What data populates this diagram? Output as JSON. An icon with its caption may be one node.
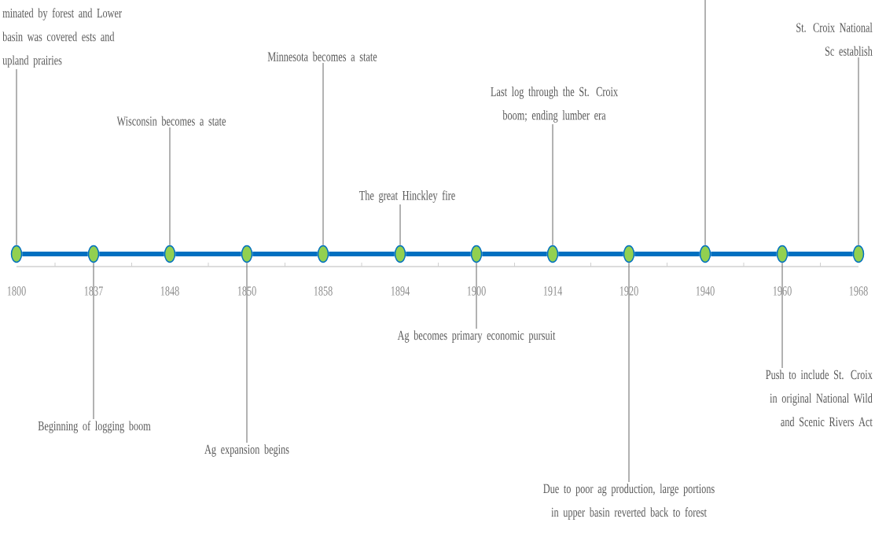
{
  "diagram": {
    "nodes": [
      {
        "text": [
          "minated by forest and Lower basin was covered ests and upland prairies"
        ]
      },
      {
        "text": [
          "Beginning of logging boom"
        ]
      },
      {
        "text": [
          "Wisconsin becomes a state"
        ]
      },
      {
        "text": [
          "Ag expansion begins"
        ]
      },
      {
        "text": [
          "Minnesota becomes a state"
        ]
      },
      {
        "text": [
          "The great Hinckley fire"
        ]
      },
      {
        "text": [
          "Ag becomes primary economic pursuit"
        ]
      },
      {
        "text": [
          "Last log through the St. Croix boom; ending lumber era"
        ]
      },
      {
        "text": [
          "Due to poor ag production, large portions in upper basin reverted back to forest"
        ]
      },
      {
        "text": [
          "Push to include St. Croix in original National Wild and Scenic Rivers Act"
        ]
      },
      {
        "text": [
          "St. Croix National Sc establish"
        ]
      },
      {
        "text": [],
        "shape": "circle",
        "beside": [
          "1800"
        ]
      },
      {
        "text": [],
        "shape": "circle",
        "beside": [
          "1837"
        ]
      },
      {
        "text": [],
        "shape": "circle",
        "beside": [
          "1848"
        ]
      },
      {
        "text": [],
        "shape": "circle",
        "beside": [
          "1850"
        ]
      },
      {
        "text": [],
        "shape": "circle",
        "beside": [
          "1858"
        ]
      },
      {
        "text": [],
        "shape": "circle",
        "beside": [
          "1894"
        ]
      },
      {
        "text": [],
        "shape": "circle",
        "beside": [
          "1900"
        ]
      },
      {
        "text": [],
        "shape": "circle",
        "beside": [
          "1914"
        ]
      },
      {
        "text": [],
        "shape": "circle",
        "beside": [
          "1920"
        ]
      },
      {
        "text": [],
        "shape": "circle",
        "beside": [
          "1940"
        ]
      },
      {
        "text": [],
        "shape": "circle",
        "beside": [
          "1960"
        ]
      },
      {
        "text": [],
        "shape": "circle",
        "beside": [
          "1968"
        ]
      }
    ],
    "edges": [
      {
        "from": 11,
        "to": 0,
        "arrow": "none"
      },
      {
        "from": 12,
        "to": 1,
        "arrow": "none"
      },
      {
        "from": 13,
        "to": 2,
        "arrow": "none"
      },
      {
        "from": 14,
        "to": 3,
        "arrow": "none"
      },
      {
        "from": 15,
        "to": 4,
        "arrow": "none"
      },
      {
        "from": 16,
        "to": 5,
        "arrow": "none"
      },
      {
        "from": 17,
        "to": 6,
        "arrow": "none"
      },
      {
        "from": 18,
        "to": 7,
        "arrow": "none"
      },
      {
        "from": 19,
        "to": 8,
        "arrow": "none"
      },
      {
        "from": 20,
        "to": null,
        "arrow": "none"
      },
      {
        "from": 21,
        "to": 9,
        "arrow": "none"
      },
      {
        "from": 22,
        "to": 10,
        "arrow": "none"
      },
      {
        "from": 11,
        "to": 12,
        "arrow": "none",
        "style": "thick",
        "color": "#0070c0"
      },
      {
        "from": 12,
        "to": 13,
        "arrow": "none",
        "style": "thick",
        "color": "#0070c0"
      },
      {
        "from": 13,
        "to": 14,
        "arrow": "none",
        "style": "thick",
        "color": "#0070c0"
      },
      {
        "from": 14,
        "to": 15,
        "arrow": "none",
        "style": "thick",
        "color": "#0070c0"
      },
      {
        "from": 15,
        "to": 16,
        "arrow": "none",
        "style": "thick",
        "color": "#0070c0"
      },
      {
        "from": 16,
        "to": 17,
        "arrow": "none",
        "style": "thick",
        "color": "#0070c0"
      },
      {
        "from": 17,
        "to": 18,
        "arrow": "none",
        "style": "thick",
        "color": "#0070c0"
      },
      {
        "from": 18,
        "to": 19,
        "arrow": "none",
        "style": "thick",
        "color": "#0070c0"
      },
      {
        "from": 19,
        "to": 20,
        "arrow": "none",
        "style": "thick",
        "color": "#0070c0"
      },
      {
        "from": 20,
        "to": 21,
        "arrow": "none",
        "style": "thick",
        "color": "#0070c0"
      },
      {
        "from": 21,
        "to": 22,
        "arrow": "none",
        "style": "thick",
        "color": "#0070c0"
      }
    ]
  }
}
